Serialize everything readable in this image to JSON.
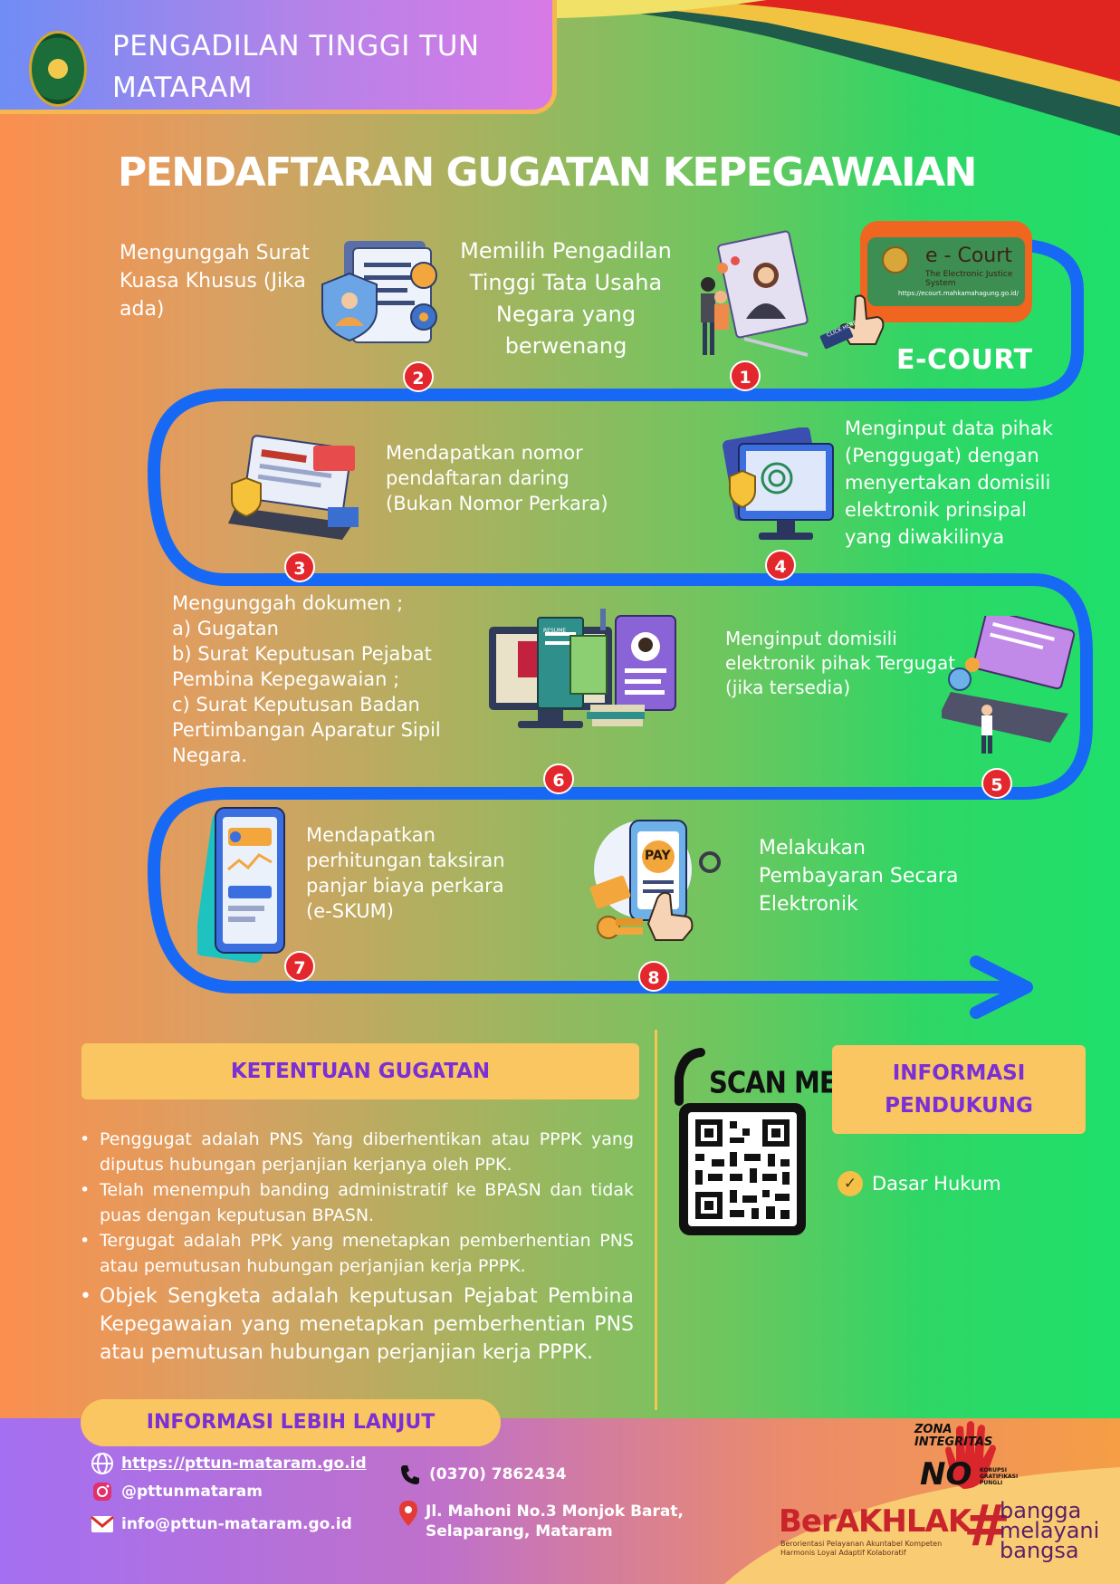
{
  "header": {
    "title": "PENGADILAN TINGGI TUN MATARAM"
  },
  "main_title": "PENDAFTARAN GUGATAN KEPEGAWAIAN",
  "ecourt": {
    "name": "e - Court",
    "subtitle": "The Electronic Justice System",
    "url": "https://ecourt.mahkamahagung.go.id/",
    "button": "CLICK HERE",
    "label": "E-COURT"
  },
  "steps": [
    {
      "number": "1",
      "text": "Memilih Pengadilan Tinggi Tata Usaha Negara yang berwenang"
    },
    {
      "number": "2",
      "text": "Mengunggah Surat Kuasa Khusus (Jika ada)"
    },
    {
      "number": "3",
      "text": "Mendapatkan nomor pendaftaran daring (Bukan Nomor Perkara)"
    },
    {
      "number": "4",
      "text": "Menginput data pihak (Penggugat) dengan menyertakan domisili elektronik prinsipal yang diwakilinya"
    },
    {
      "number": "5",
      "text": "Menginput domisili elektronik pihak Tergugat (jika tersedia)"
    },
    {
      "number": "6",
      "lines": [
        "Mengunggah dokumen ;",
        "a) Gugatan",
        "b) Surat Keputusan Pejabat Pembina Kepegawaian ;",
        "c) Surat Keputusan Badan Pertimbangan Aparatur Sipil Negara."
      ]
    },
    {
      "number": "7",
      "text": "Mendapatkan perhitungan taksiran panjar biaya perkara (e-SKUM)"
    },
    {
      "number": "8",
      "text": "Melakukan Pembayaran Secara Elektronik"
    }
  ],
  "illustration_labels": {
    "resume": "RESUME",
    "pay": "PAY"
  },
  "ketentuan": {
    "heading": "KETENTUAN GUGATAN",
    "items": [
      "Penggugat adalah PNS Yang diberhentikan atau PPPK yang diputus hubungan perjanjian kerjanya oleh PPK.",
      "Telah menempuh banding administratif ke BPASN dan tidak puas dengan keputusan BPASN.",
      "Tergugat adalah PPK yang menetapkan pemberhentian PNS atau pemutusan hubungan perjanjian kerja PPPK.",
      "Objek Sengketa adalah keputusan Pejabat Pembina Kepegawaian yang menetapkan pemberhentian PNS atau pemutusan hubungan perjanjian kerja PPPK."
    ]
  },
  "pendukung": {
    "scan_label": "SCAN ME",
    "heading": "INFORMASI PENDUKUNG",
    "items": [
      "Dasar Hukum"
    ]
  },
  "footer": {
    "heading": "INFORMASI LEBIH LANJUT",
    "website": "https://pttun-mataram.go.id",
    "instagram": "@pttunmataram",
    "email": "info@pttun-mataram.go.id",
    "phone": "(0370) 7862434",
    "address": "Jl. Mahoni No.3 Monjok Barat, Selaparang, Mataram",
    "zona": "ZONA INTEGRITAS",
    "no_mark": "NO",
    "no_sub": "KORUPSI GRATIFIKASI PUNGLI",
    "berakhlak": "BerAKHLAK",
    "berakhlak_sub": "Berorientasi Pelayanan Akuntabel Kompeten Harmonis Loyal Adaptif Kolaboratif",
    "bangga": [
      "bangga",
      "melayani",
      "bangsa"
    ]
  },
  "colors": {
    "path": "#1769f5",
    "badge": "#e3272d",
    "box": "#f9c661",
    "box_text": "#7b2fd6"
  }
}
